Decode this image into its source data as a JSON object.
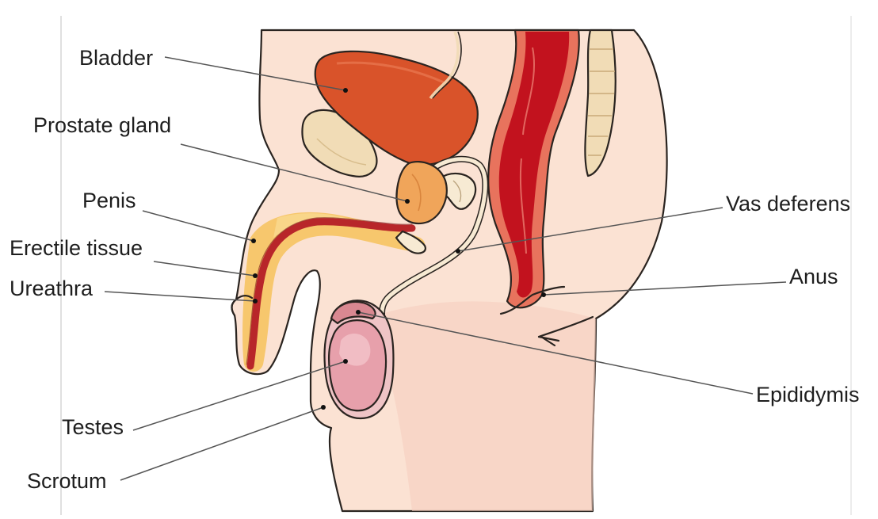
{
  "diagram": {
    "labels": {
      "bladder": "Bladder",
      "prostate_gland": "Prostate gland",
      "penis": "Penis",
      "erectile_tissue": "Erectile tissue",
      "ureathra": "Ureathra",
      "testes": "Testes",
      "scrotum": "Scrotum",
      "vas_deferens": "Vas deferens",
      "anus": "Anus",
      "epididymis": "Epididymis"
    }
  },
  "colors": {
    "skin": "#fbe2d3",
    "skin_shadow": "#f5d0c0",
    "bladder": "#d9532a",
    "rectum": "#c2121e",
    "rectum_edge": "#e8735d",
    "prostate": "#f0a55a",
    "erectile": "#f6c25a",
    "urethra": "#b8262a",
    "testis": "#e7a0ab",
    "bone": "#f1dcb6",
    "text": "#1e1e1e"
  }
}
